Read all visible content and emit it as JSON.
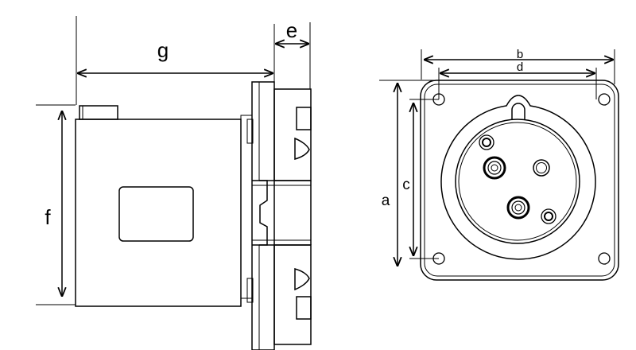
{
  "diagram": {
    "title": "",
    "side_view": {
      "dimension_labels": {
        "e": "e",
        "g": "g",
        "f": "f"
      }
    },
    "front_view": {
      "dimension_labels": {
        "a": "a",
        "b": "b",
        "c": "c",
        "d": "d"
      }
    },
    "colors": {
      "line": "#000000",
      "background": "#ffffff"
    }
  }
}
